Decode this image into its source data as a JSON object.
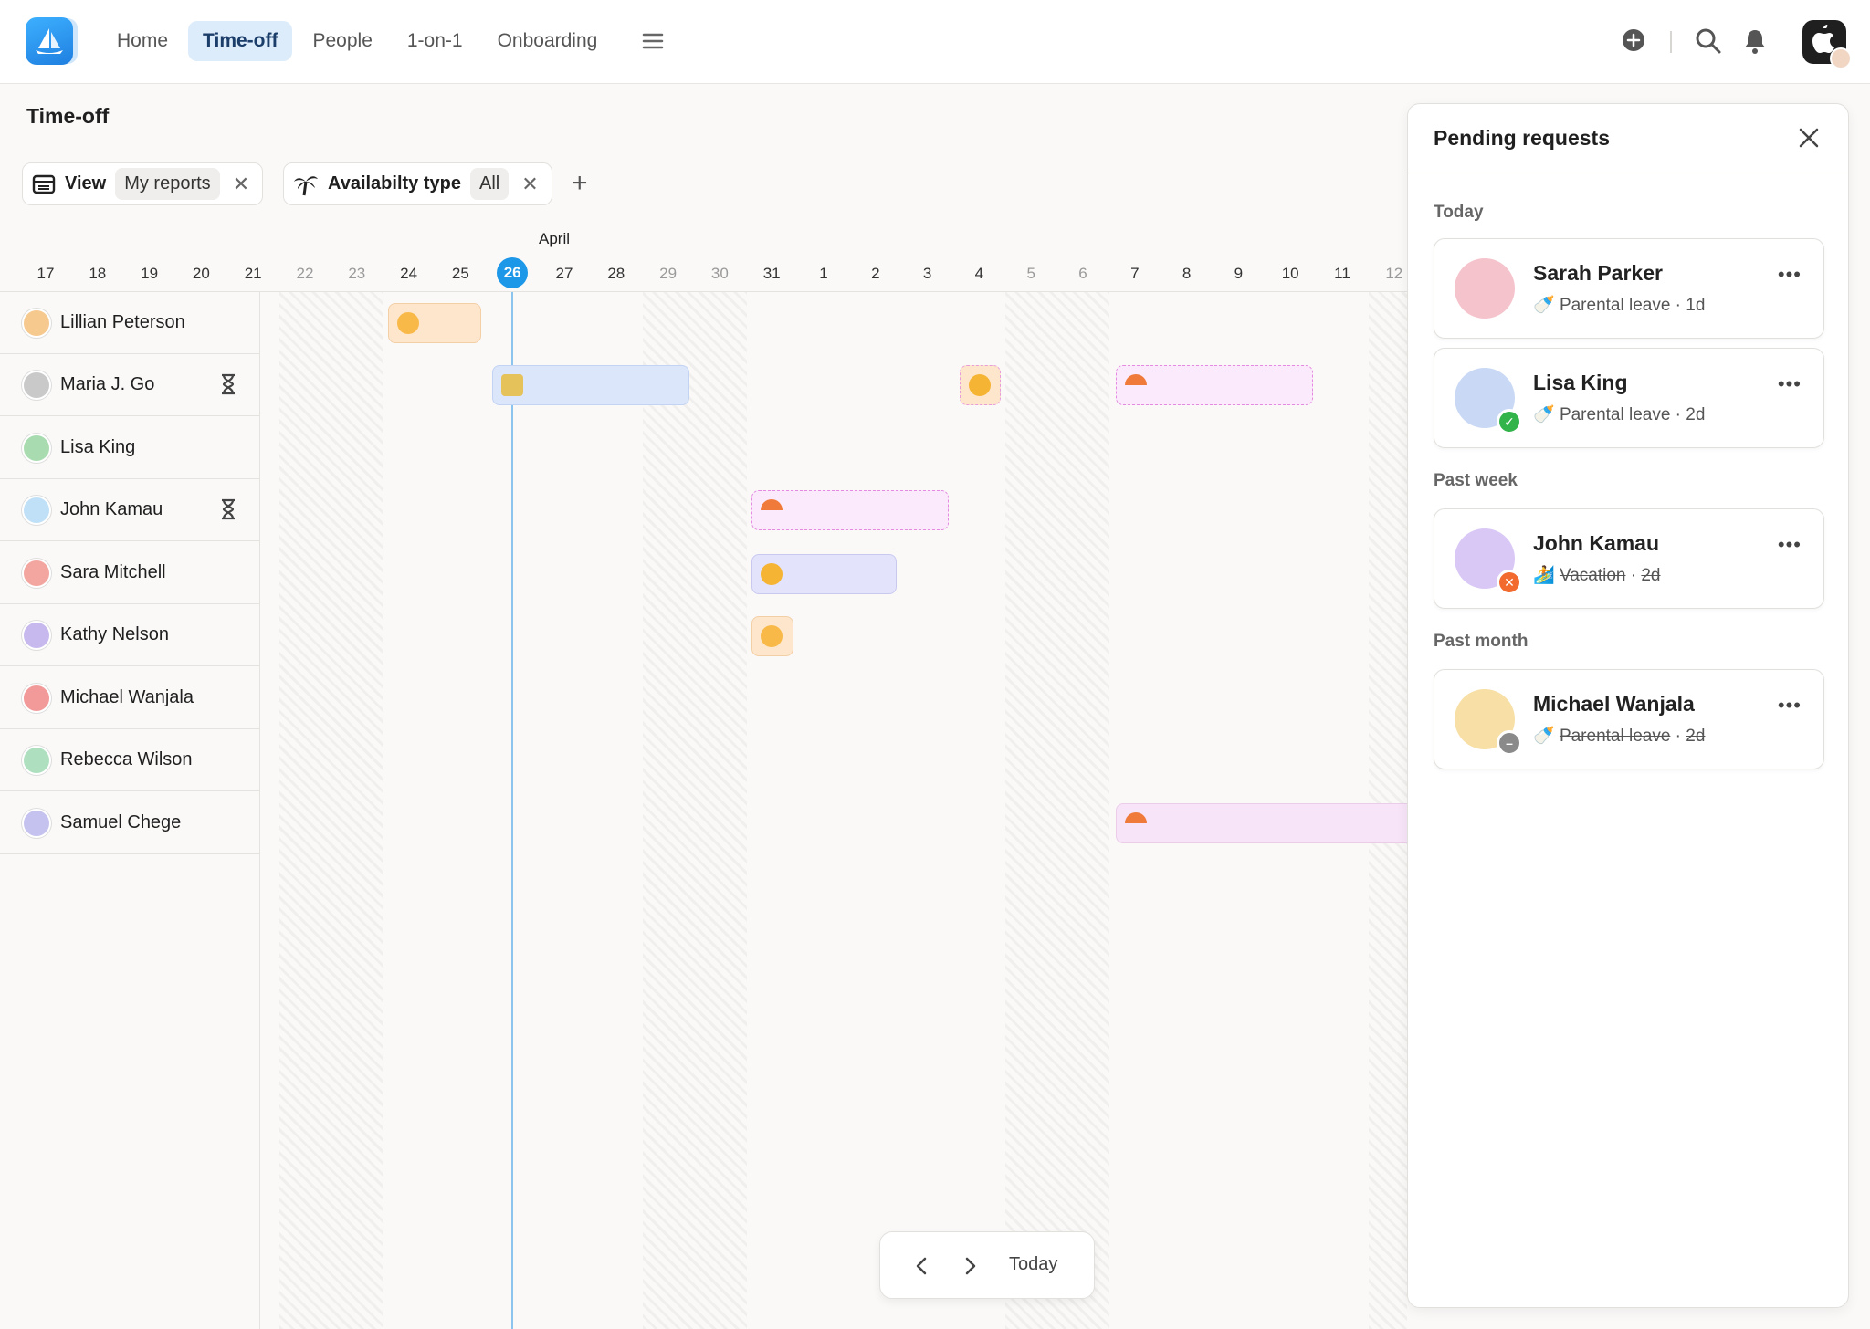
{
  "nav": {
    "items": [
      {
        "label": "Home",
        "active": false
      },
      {
        "label": "Time-off",
        "active": true
      },
      {
        "label": "People",
        "active": false
      },
      {
        "label": "1-on-1",
        "active": false
      },
      {
        "label": "Onboarding",
        "active": false
      }
    ]
  },
  "page": {
    "title": "Time-off"
  },
  "filters": {
    "view_label": "View",
    "view_value": "My reports",
    "availability_label": "Availabilty type",
    "availability_value": "All"
  },
  "calendar": {
    "month_label": "April",
    "days": [
      "17",
      "18",
      "19",
      "20",
      "21",
      "22",
      "23",
      "24",
      "25",
      "26",
      "27",
      "28",
      "29",
      "30",
      "31",
      "1",
      "2",
      "3",
      "4",
      "5",
      "6",
      "7",
      "8",
      "9",
      "10",
      "11",
      "12"
    ],
    "weekend_days": [
      "22",
      "23",
      "29",
      "30",
      "5",
      "6",
      "12"
    ],
    "today": "26"
  },
  "people": [
    {
      "name": "Lillian Peterson",
      "pending": false,
      "color": "#f6c98e"
    },
    {
      "name": "Maria J. Go",
      "pending": true,
      "color": "#c9c9c9"
    },
    {
      "name": "Lisa King",
      "pending": false,
      "color": "#a8dcb0"
    },
    {
      "name": "John Kamau",
      "pending": true,
      "color": "#bfe0f7"
    },
    {
      "name": "Sara Mitchell",
      "pending": false,
      "color": "#f3a6a0"
    },
    {
      "name": "Kathy Nelson",
      "pending": false,
      "color": "#c7b9ee"
    },
    {
      "name": "Michael Wanjala",
      "pending": false,
      "color": "#f29a9a"
    },
    {
      "name": "Rebecca Wilson",
      "pending": false,
      "color": "#aee0c0"
    },
    {
      "name": "Samuel Chege",
      "pending": false,
      "color": "#c5c2ef"
    }
  ],
  "panel": {
    "title": "Pending requests",
    "sections": {
      "today": "Today",
      "past_week": "Past week",
      "past_month": "Past month"
    },
    "requests": [
      {
        "name": "Sarah Parker",
        "type": "Parental leave",
        "age": "1d",
        "status": "none",
        "avatar_color": "#f5c3cc"
      },
      {
        "name": "Lisa King",
        "type": "Parental leave",
        "age": "2d",
        "status": "approved",
        "avatar_color": "#c9d9f5"
      },
      {
        "name": "John Kamau",
        "type": "Vacation",
        "age": "2d",
        "status": "declined",
        "avatar_color": "#d9c8f5"
      },
      {
        "name": "Michael Wanjala",
        "type": "Parental leave",
        "age": "2d",
        "status": "cancelled",
        "avatar_color": "#f7dfa5"
      }
    ]
  },
  "pager": {
    "today_label": "Today"
  },
  "colors": {
    "accent": "#1d97e8",
    "active_nav_bg": "#dcecfb",
    "approved": "#33b44a",
    "declined": "#f26a2e",
    "cancelled": "#8a8a8a"
  }
}
